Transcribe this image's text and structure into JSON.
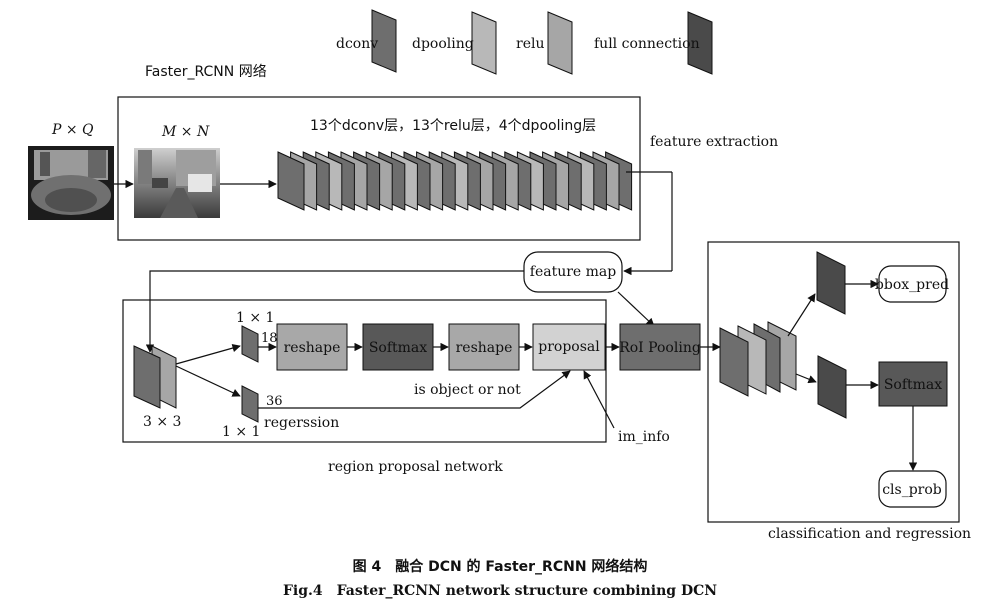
{
  "legend": {
    "dconv": "dconv",
    "dpooling": "dpooling",
    "relu": "relu",
    "full_connection": "full connection"
  },
  "colors": {
    "dconv": "#6e6e6e",
    "dpooling": "#b8b8b8",
    "relu": "#a6a6a6",
    "full_connection": "#4a4a4a",
    "reshape": "#a8a8a8",
    "softmax": "#585858",
    "proposal": "#d2d2d2",
    "roi_pooling": "#6e6e6e"
  },
  "labels": {
    "network_title": "Faster_RCNN 网络",
    "input_size": "P × Q",
    "resized_size": "M × N",
    "conv_stack": "13个dconv层，13个relu层，4个dpooling层",
    "feature_extraction": "feature extraction",
    "feature_map": "feature map",
    "conv3x3": "3 × 3",
    "conv1x1_top": "1 × 1",
    "conv1x1_bottom": "1 × 1",
    "ch18": "18",
    "ch36": "36",
    "reshape1": "reshape",
    "softmax_rpn": "Softmax",
    "reshape2": "reshape",
    "proposal": "proposal",
    "is_object": "is object or not",
    "regression": "regerssion",
    "im_info": "im_info",
    "region_proposal_network": "region proposal network",
    "roi_pooling": "RoI Pooling",
    "bbox_pred": "bbox_pred",
    "softmax_cls": "Softmax",
    "cls_prob": "cls_prob",
    "classification_regression": "classification and regression"
  },
  "caption": {
    "zh": "图 4　融合 DCN 的 Faster_RCNN 网络结构",
    "en": "Fig.4　Faster_RCNN network structure combining DCN"
  }
}
